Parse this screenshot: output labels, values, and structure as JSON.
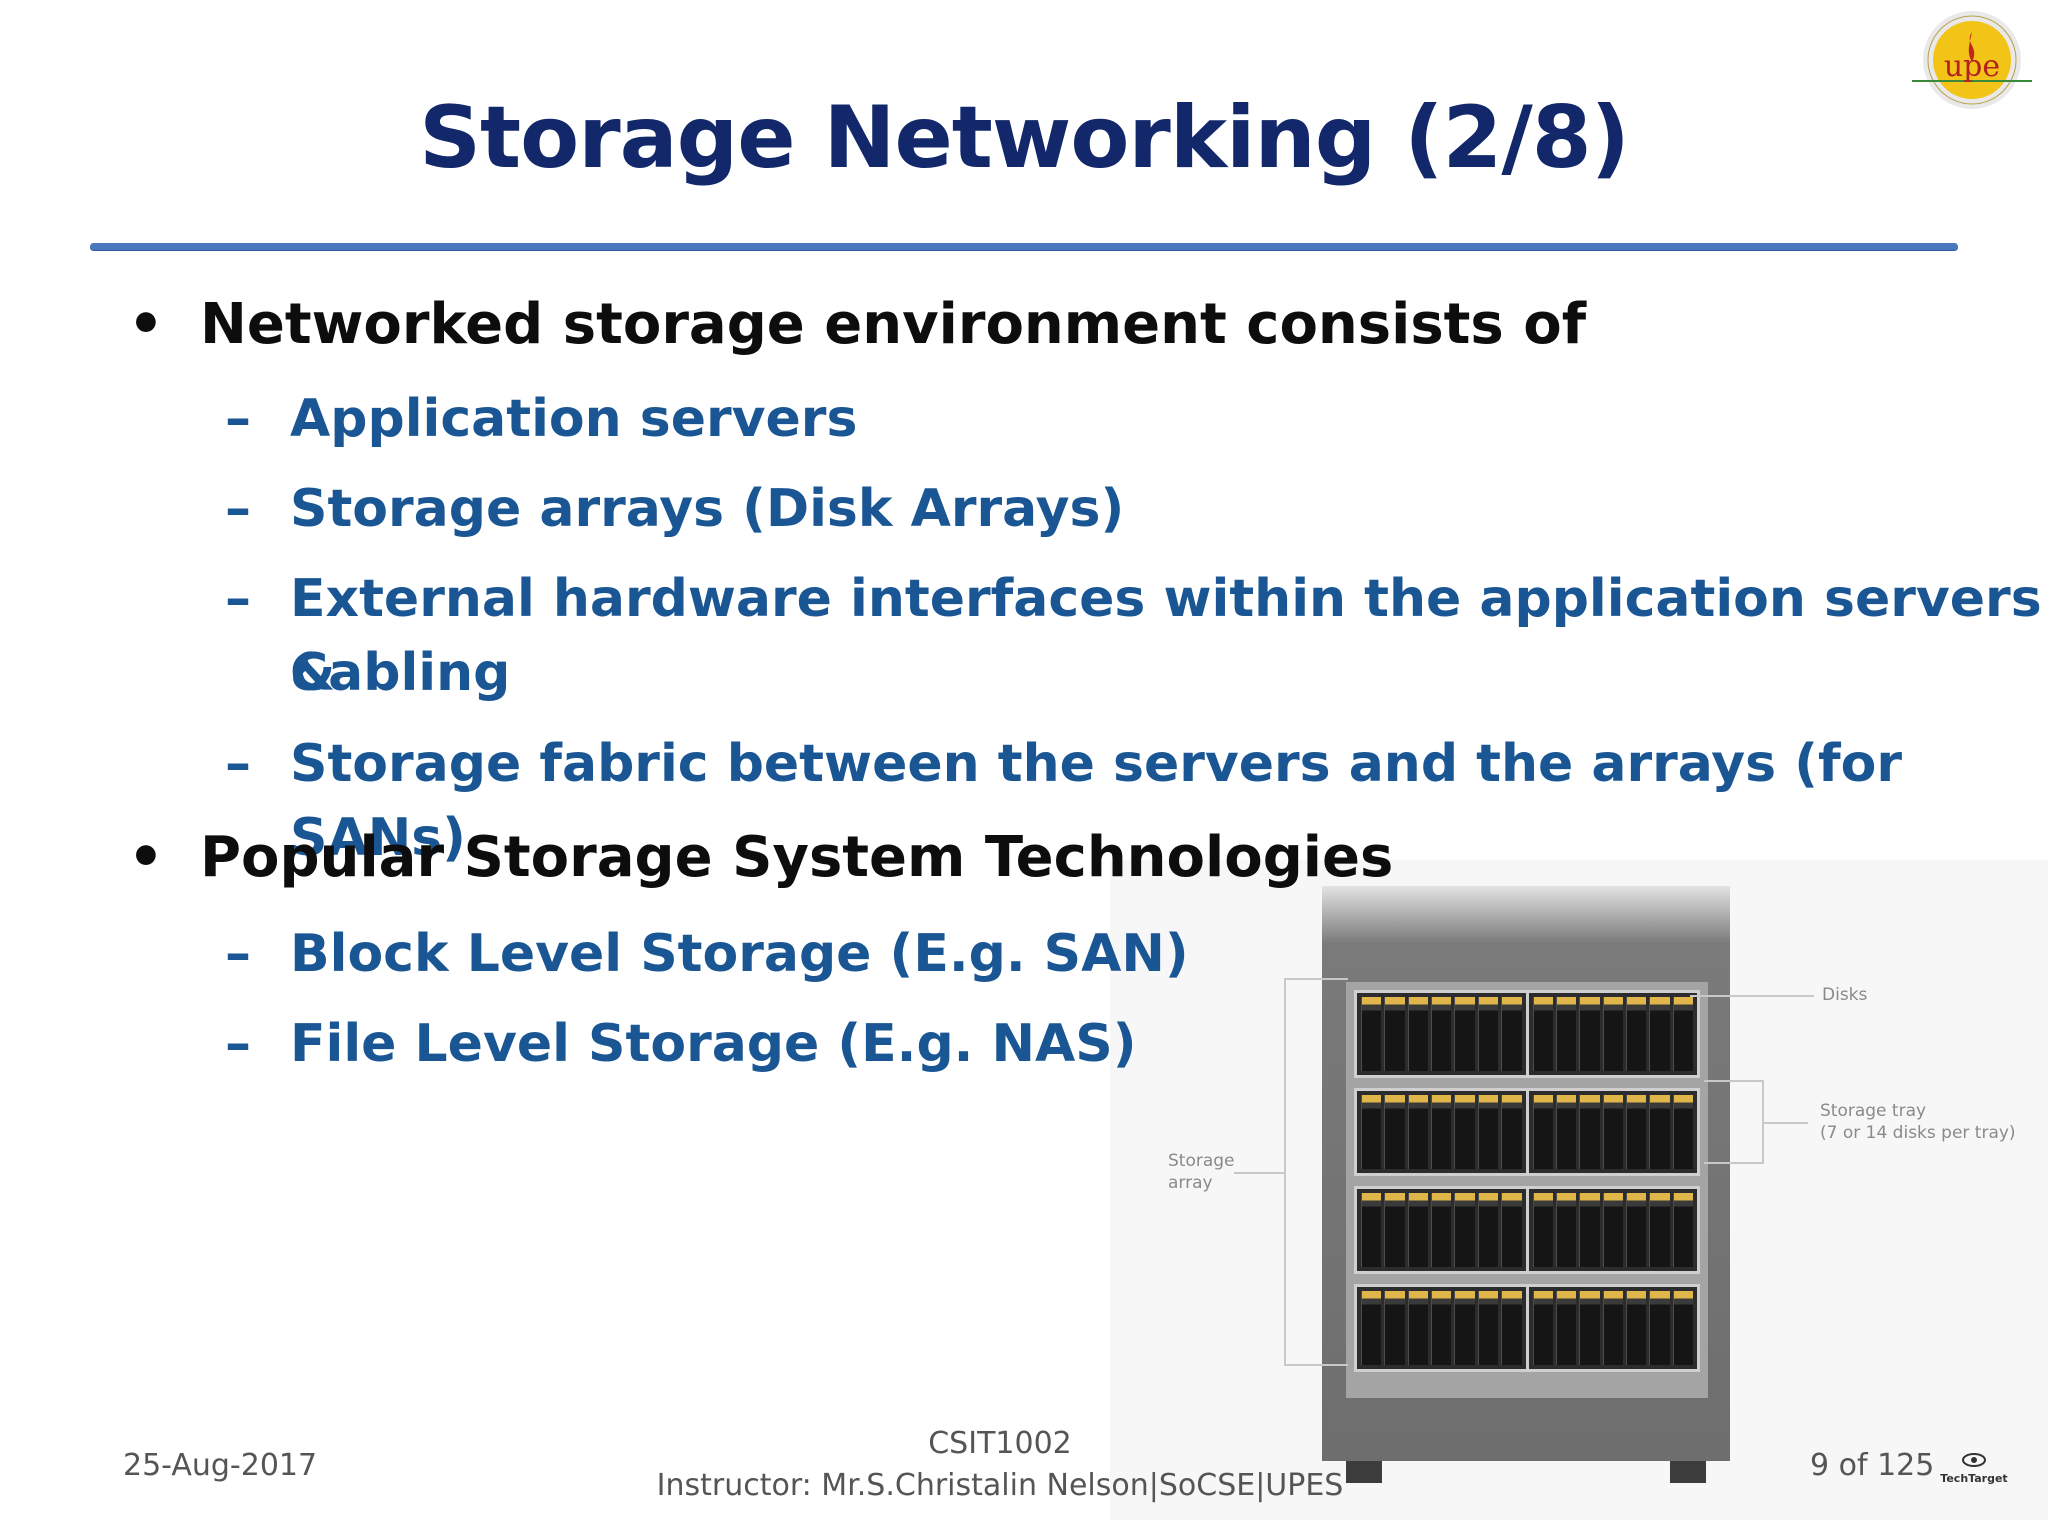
{
  "slide": {
    "title": "Storage Networking (2/8)",
    "sections": [
      {
        "heading": "Networked storage environment consists of",
        "items": [
          "Application servers",
          "Storage arrays (Disk Arrays)",
          "External hardware interfaces within the application servers &",
          "Cabling",
          "Storage fabric between the servers and the arrays (for SANs)"
        ]
      },
      {
        "heading": "Popular Storage System Technologies",
        "items": [
          "Block Level Storage (E.g. SAN)",
          "File Level Storage (E.g. NAS)"
        ]
      }
    ],
    "bullet_glyph": "•",
    "dash_glyph": "–"
  },
  "figure": {
    "labels": {
      "disks": "Disks",
      "storage_tray": "Storage tray",
      "storage_tray_note": "(7 or 14 disks per tray)",
      "storage": "Storage",
      "array": "array"
    },
    "logo_text": "TechTarget"
  },
  "footer": {
    "date": "25-Aug-2017",
    "course": "CSIT1002",
    "instructor": "Instructor: Mr.S.Christalin Nelson|SoCSE|UPES",
    "page": "9 of 125"
  },
  "logo": {
    "name": "upes-logo",
    "text": "upe"
  },
  "colors": {
    "title": "#13286b",
    "rule": "#4a78be",
    "sub_text": "#1a5693",
    "heading_text": "#0d0d0d"
  }
}
